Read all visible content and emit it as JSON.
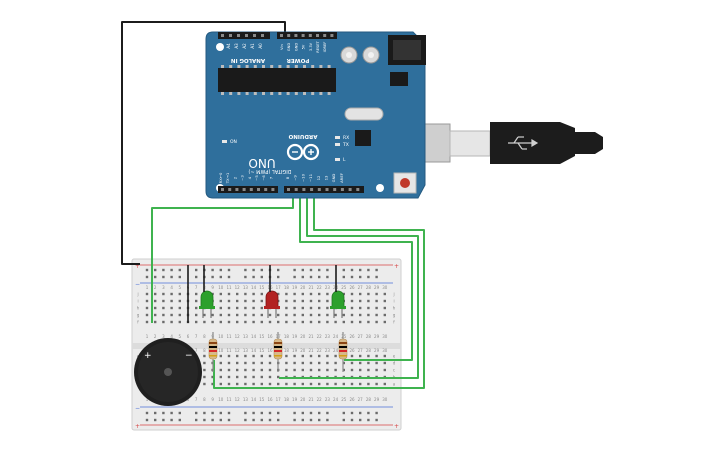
{
  "board": {
    "logo_main": "UNO",
    "brand": "ARDUINO",
    "header_analog": "ANALOG IN",
    "header_power": "POWER",
    "header_digital": "DIGITAL (PWM ~)",
    "led_tx": "TX",
    "led_rx": "RX",
    "led_l": "L",
    "led_on": "ON",
    "analog_pins": [
      "A5",
      "A4",
      "A3",
      "A2",
      "A1",
      "A0"
    ],
    "power_pins": [
      "Vin",
      "GND",
      "GND",
      "5V",
      "3.3V",
      "RESET",
      "IOREF"
    ],
    "digital_pins": [
      "AREF",
      "GND",
      "13",
      "12",
      "~11",
      "~10",
      "~9",
      "8",
      "7",
      "~6",
      "~5",
      "4",
      "~3",
      "2",
      "TX→1",
      "RX←0"
    ],
    "colors": {
      "pcb": "#2f6f9c",
      "header": "#1a1a1a",
      "silk": "#ffffff"
    }
  },
  "breadboard": {
    "columns": [
      "1",
      "2",
      "3",
      "4",
      "5",
      "6",
      "7",
      "8",
      "9",
      "10",
      "11",
      "12",
      "13",
      "14",
      "15",
      "16",
      "17",
      "18",
      "19",
      "20",
      "21",
      "22",
      "23",
      "24",
      "25",
      "26",
      "27",
      "28",
      "29",
      "30"
    ],
    "rows_top": [
      "j",
      "i",
      "h",
      "g",
      "f"
    ],
    "rows_bottom": [
      "e",
      "d",
      "c",
      "b",
      "a"
    ],
    "rail_plus": "+",
    "rail_minus": "−"
  },
  "components": {
    "leds": [
      {
        "name": "led-left",
        "color": "#2ca02c"
      },
      {
        "name": "led-middle",
        "color": "#b22222"
      },
      {
        "name": "led-right",
        "color": "#2ca02c"
      }
    ],
    "buzzer": {
      "plus": "+",
      "minus": "−"
    },
    "usb_cable": {
      "color": "#1c1c1c"
    }
  },
  "wires": {
    "signal_color": "#3fb34f",
    "ground_color": "#1c1c1c"
  }
}
